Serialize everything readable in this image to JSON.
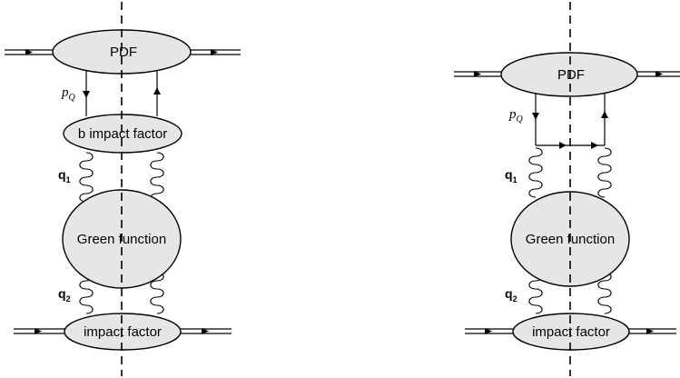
{
  "left_diagram": {
    "pdf_label": "PDF",
    "b_impact_factor_label": "b impact factor",
    "green_function_label": "Green function",
    "impact_factor_label": "impact factor",
    "q1_label": "q",
    "q1_sub": "1",
    "q2_label": "q",
    "q2_sub": "2",
    "pq_label": "p",
    "pq_sub": "Q"
  },
  "right_diagram": {
    "pdf_label": "PDF",
    "green_function_label": "Green function",
    "impact_factor_label": "impact factor",
    "q1_label": "q",
    "q1_sub": "1",
    "q2_label": "q",
    "q2_sub": "2",
    "pq_label": "p",
    "pq_sub": "Q"
  },
  "colors": {
    "blob_fill": "#e6e6e6",
    "stroke": "#000000"
  }
}
